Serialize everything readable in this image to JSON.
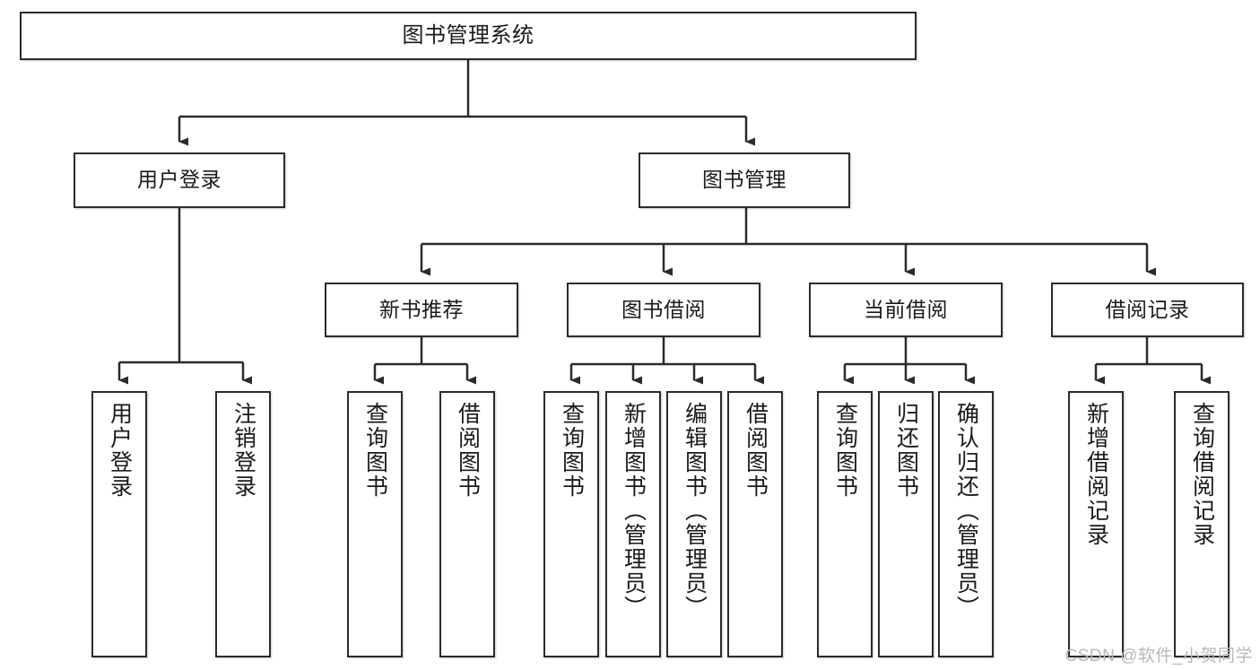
{
  "diagram": {
    "title": "图书管理系统",
    "type": "tree",
    "watermark": "CSDN @软件_小贺同学",
    "colors": {
      "stroke": "#2b2b2b",
      "fill": "#ffffff",
      "text": "#1a1a1a",
      "watermark": "#b9b9b9"
    },
    "nodes": {
      "root": {
        "label": "图书管理系统"
      },
      "level2": [
        {
          "id": "user-login",
          "label": "用户登录"
        },
        {
          "id": "book-manage",
          "label": "图书管理"
        }
      ],
      "level3": [
        {
          "id": "new-book-rec",
          "label": "新书推荐"
        },
        {
          "id": "book-borrow",
          "label": "图书借阅"
        },
        {
          "id": "current-borrow",
          "label": "当前借阅"
        },
        {
          "id": "borrow-record",
          "label": "借阅记录"
        }
      ],
      "leaves": {
        "user-login": [
          {
            "id": "leaf-user-login",
            "label": "用户登录"
          },
          {
            "id": "leaf-user-logout",
            "label": "注销登录"
          }
        ],
        "new-book-rec": [
          {
            "id": "leaf-query-book-1",
            "label": "查询图书"
          },
          {
            "id": "leaf-borrow-book-1",
            "label": "借阅图书"
          }
        ],
        "book-borrow": [
          {
            "id": "leaf-query-book-2",
            "label": "查询图书"
          },
          {
            "id": "leaf-add-book",
            "label": "新增图书（管理员）"
          },
          {
            "id": "leaf-edit-book",
            "label": "编辑图书（管理员）"
          },
          {
            "id": "leaf-borrow-book-2",
            "label": "借阅图书"
          }
        ],
        "current-borrow": [
          {
            "id": "leaf-query-book-3",
            "label": "查询图书"
          },
          {
            "id": "leaf-return-book",
            "label": "归还图书"
          },
          {
            "id": "leaf-confirm-return",
            "label": "确认归还（管理员）"
          }
        ],
        "borrow-record": [
          {
            "id": "leaf-add-record",
            "label": "新增借阅记录"
          },
          {
            "id": "leaf-query-record",
            "label": "查询借阅记录"
          }
        ]
      }
    }
  }
}
